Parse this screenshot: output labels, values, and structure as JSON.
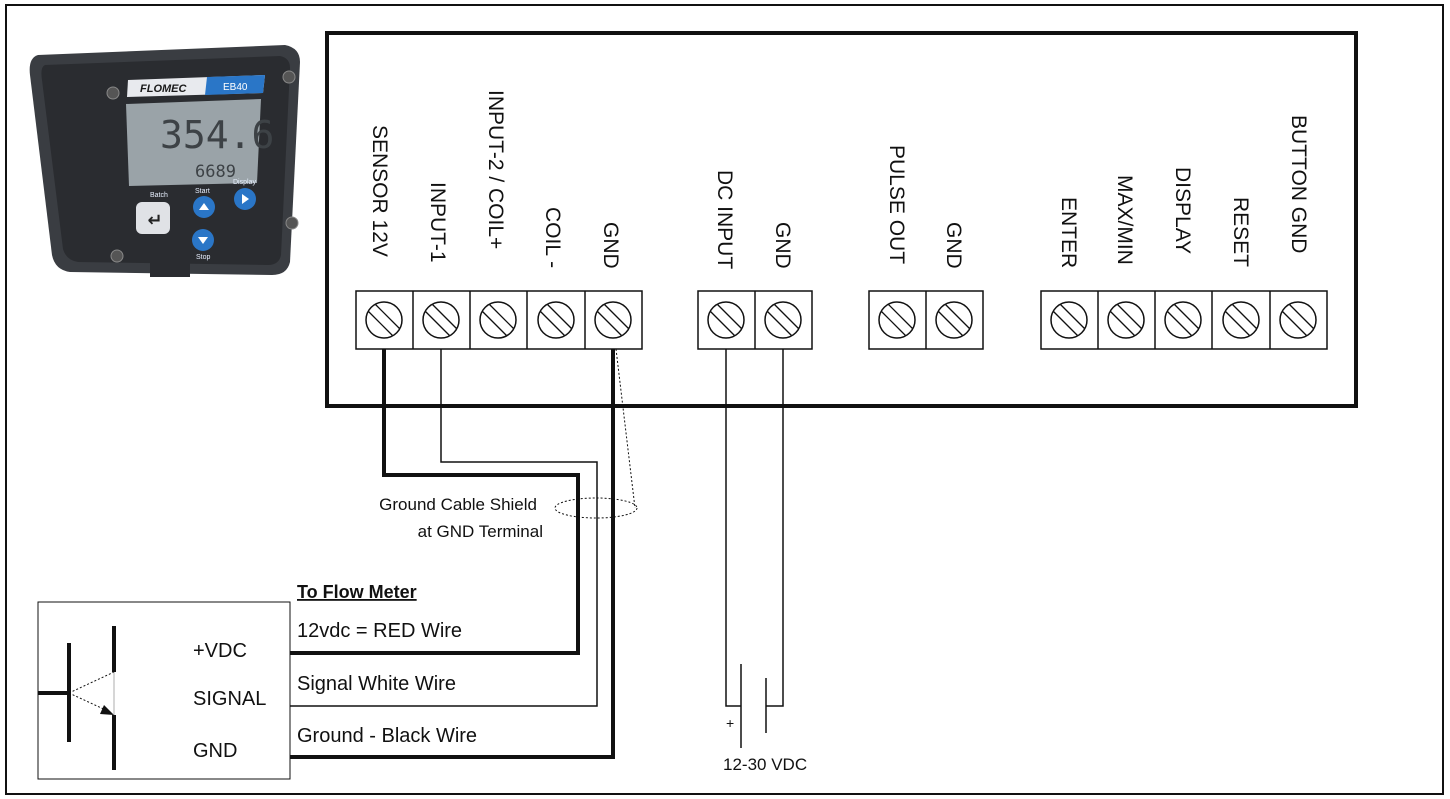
{
  "device": {
    "brand": "FLOMEC",
    "model": "EB40",
    "display_main": "354.6",
    "display_sub": "6689",
    "buttons": [
      "Batch",
      "Start",
      "Display",
      "Stop"
    ]
  },
  "terminals": [
    {
      "label": "SENSOR 12V"
    },
    {
      "label": "INPUT-1"
    },
    {
      "label": "INPUT-2 / COIL+"
    },
    {
      "label": "COIL -"
    },
    {
      "label": "GND"
    },
    {
      "label": "DC INPUT"
    },
    {
      "label": "GND"
    },
    {
      "label": "PULSE OUT"
    },
    {
      "label": "GND"
    },
    {
      "label": "ENTER"
    },
    {
      "label": "MAX/MIN"
    },
    {
      "label": "DISPLAY"
    },
    {
      "label": "RESET"
    },
    {
      "label": "BUTTON GND"
    }
  ],
  "shield_note": [
    "Ground Cable Shield",
    "at GND Terminal"
  ],
  "flow_meter": {
    "heading": "To Flow Meter",
    "wires": [
      "12vdc = RED Wire",
      "Signal White Wire",
      "Ground - Black Wire"
    ],
    "pins": [
      "+VDC",
      "SIGNAL",
      "GND"
    ]
  },
  "power": {
    "plus": "+",
    "label": "12-30 VDC"
  }
}
